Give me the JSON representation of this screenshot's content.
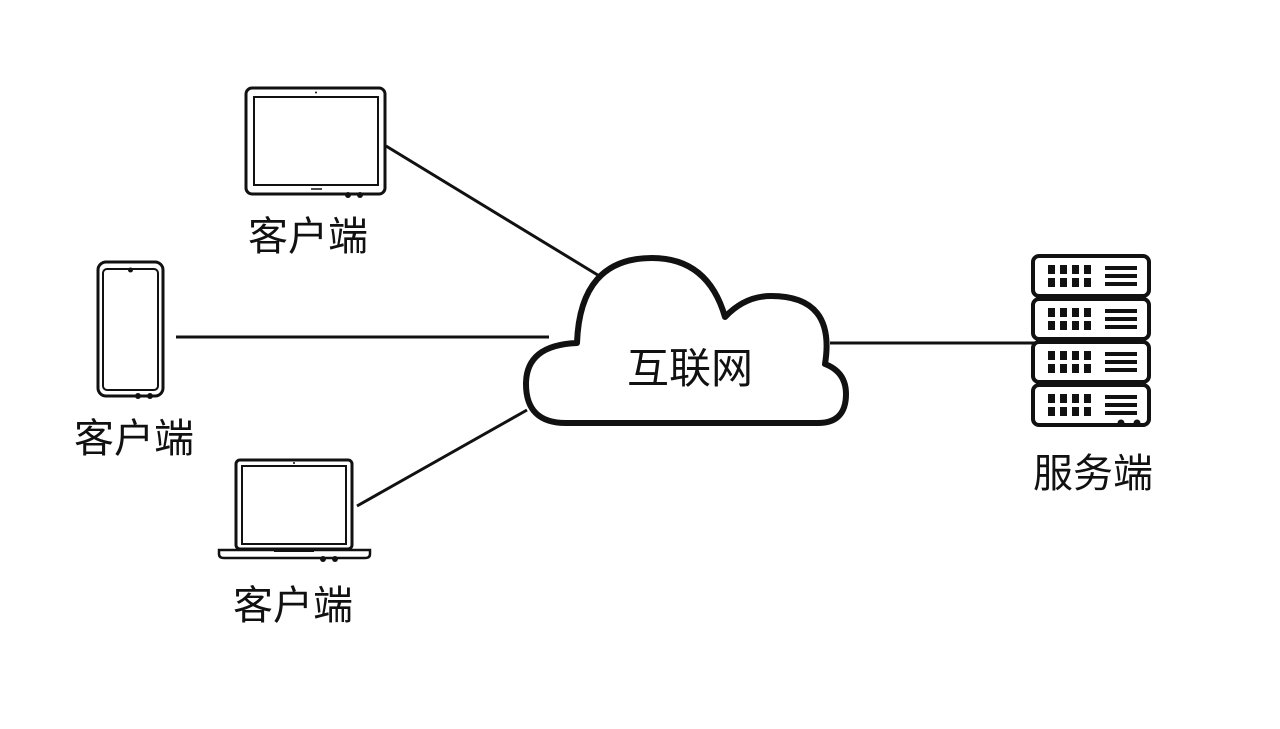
{
  "clients": [
    {
      "id": "tablet",
      "label": "客户端",
      "icon": "tablet-icon"
    },
    {
      "id": "phone",
      "label": "客户端",
      "icon": "smartphone-icon"
    },
    {
      "id": "laptop",
      "label": "客户端",
      "icon": "laptop-icon"
    }
  ],
  "internet": {
    "label": "互联网",
    "icon": "cloud-icon"
  },
  "server": {
    "label": "服务端",
    "icon": "server-rack-icon"
  },
  "connections": [
    {
      "from": "tablet",
      "to": "internet"
    },
    {
      "from": "phone",
      "to": "internet"
    },
    {
      "from": "laptop",
      "to": "internet"
    },
    {
      "from": "internet",
      "to": "server"
    }
  ],
  "colors": {
    "stroke": "#111111",
    "background": "#ffffff"
  }
}
